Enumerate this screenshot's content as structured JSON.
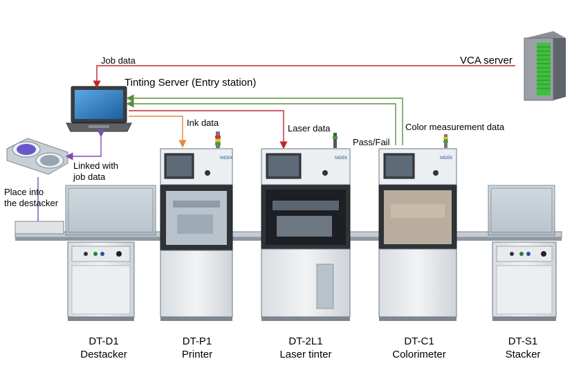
{
  "labels": {
    "job_data": "Job data",
    "vca_server": "VCA server",
    "tinting_server": "Tinting Server (Entry station)",
    "ink_data": "Ink data",
    "laser_data": "Laser data",
    "pass_fail": "Pass/Fail",
    "color_measurement_data": "Color measurement data",
    "linked_with_job_data": [
      "Linked with",
      "job data"
    ],
    "place_into_destacker": [
      "Place into",
      "the destacker"
    ]
  },
  "machines": [
    {
      "id": "DT-D1",
      "name": "Destacker"
    },
    {
      "id": "DT-P1",
      "name": "Printer"
    },
    {
      "id": "DT-2L1",
      "name": "Laser tinter"
    },
    {
      "id": "DT-C1",
      "name": "Colorimeter"
    },
    {
      "id": "DT-S1",
      "name": "Stacker"
    }
  ],
  "brand": {
    "nidek": "NIDEK"
  },
  "colors": {
    "job_data_arrow": "#c0272d",
    "ink_data_arrow": "#e8873a",
    "laser_data_arrow": "#c0272d",
    "feedback_arrow": "#5a8f3c",
    "linked_arrow": "#7a4fb0",
    "server_green": "#3fbf3f",
    "screen_blue": "#2e86c9"
  }
}
